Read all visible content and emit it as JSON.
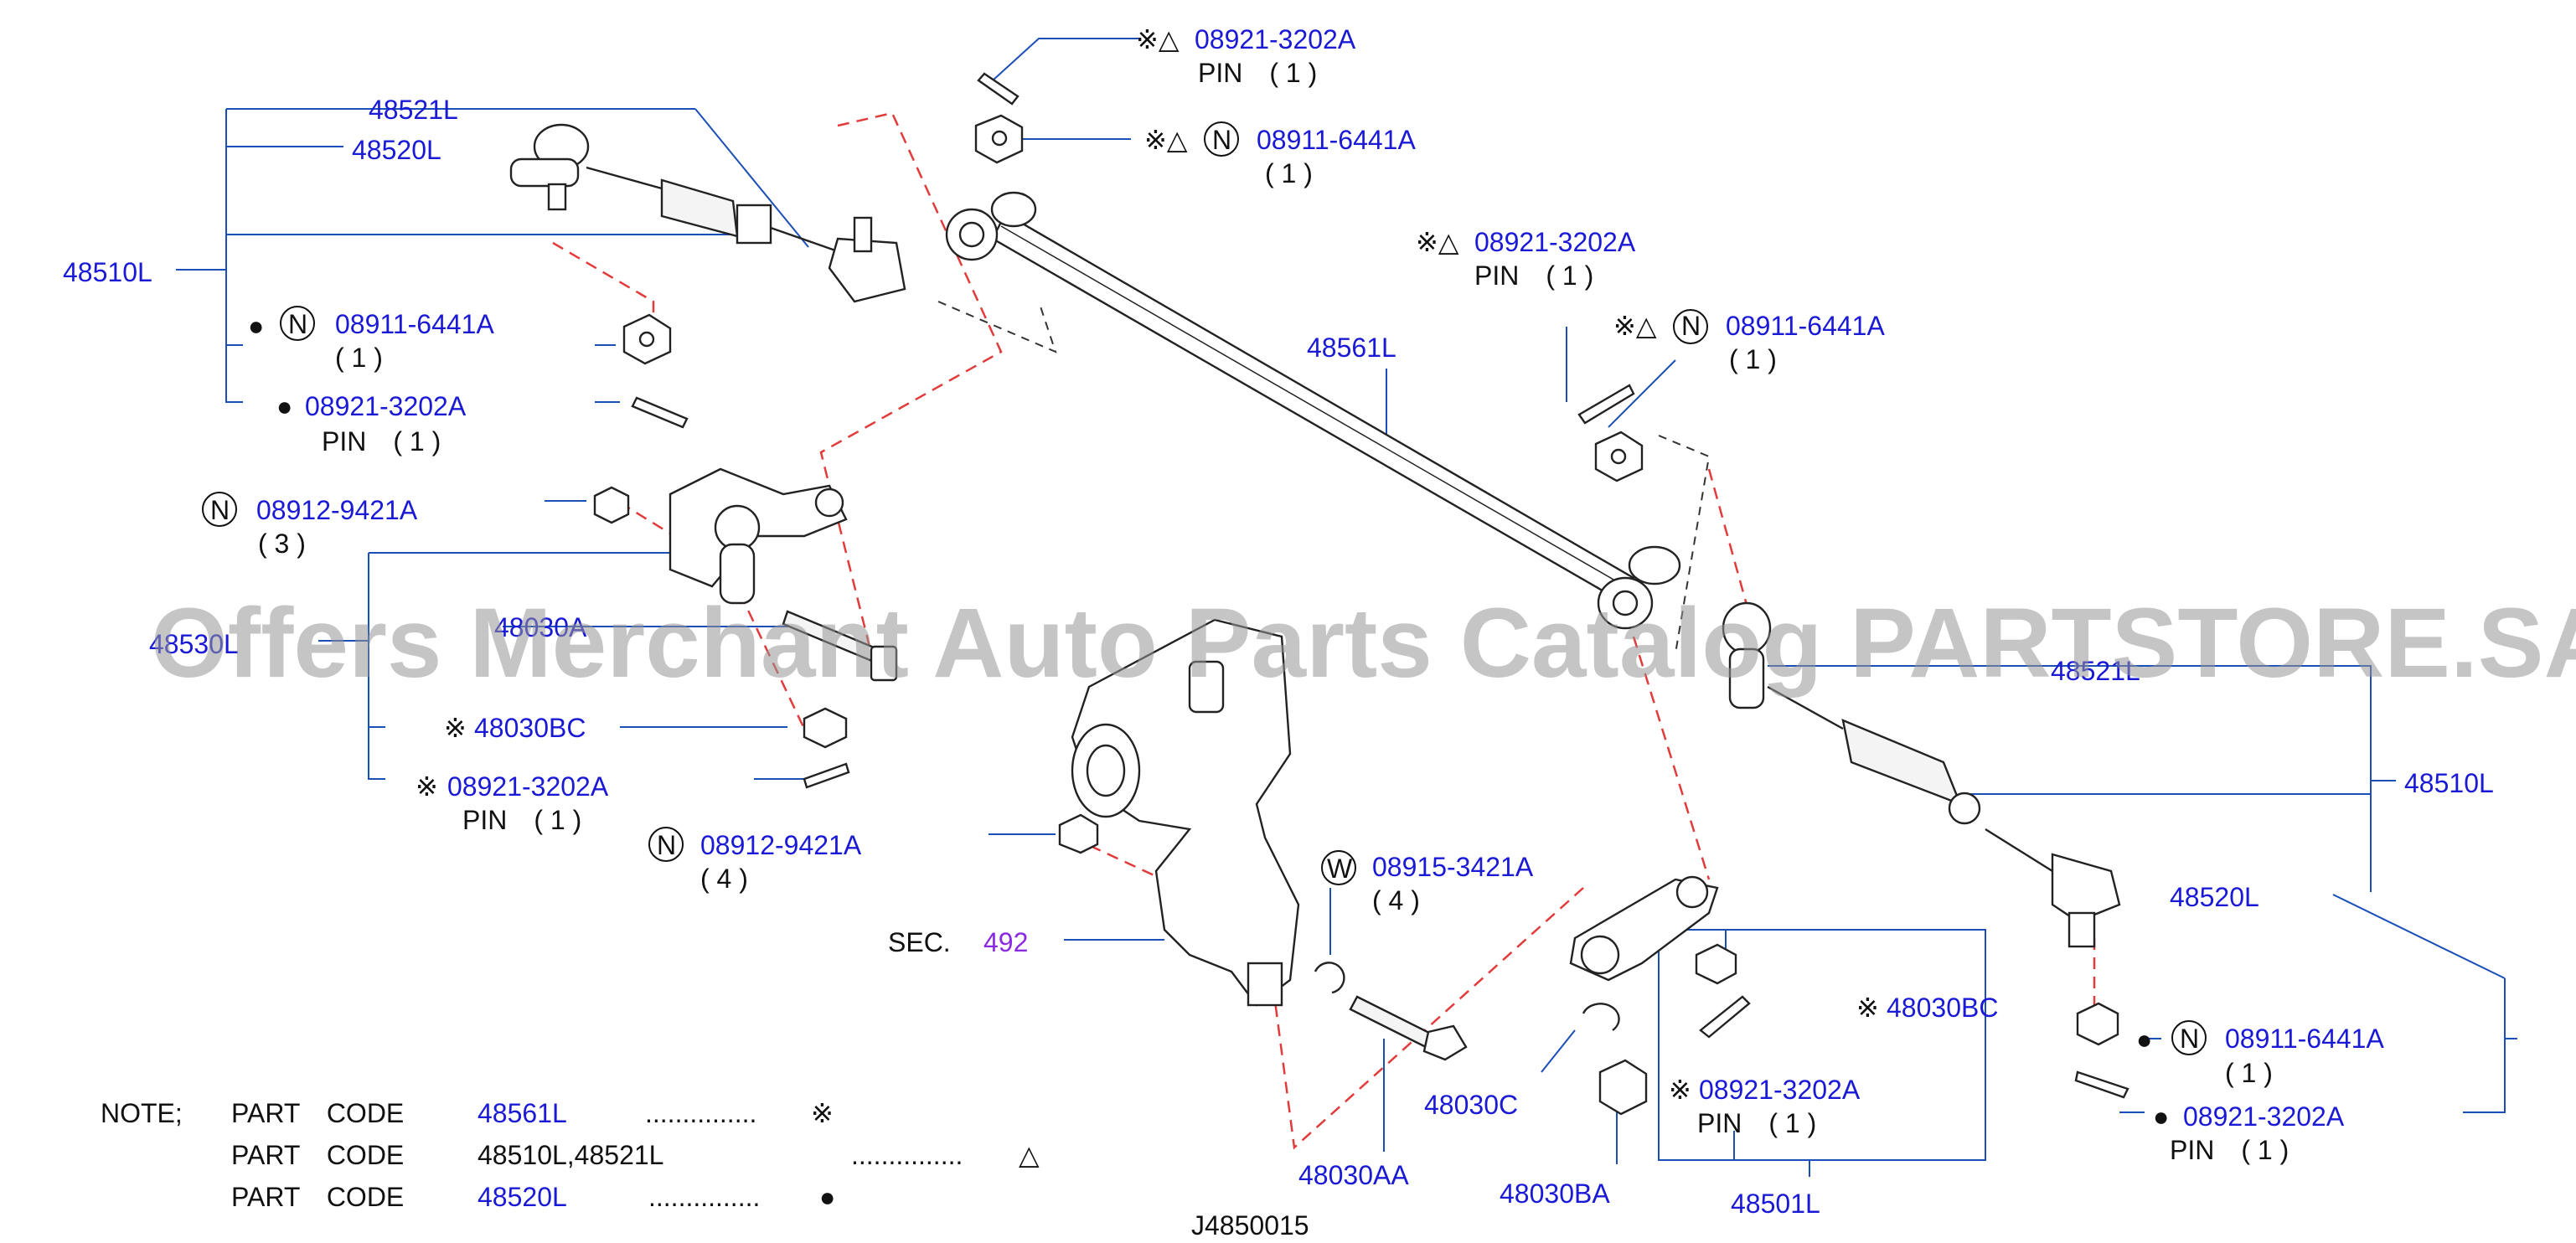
{
  "watermark": "Offers Merchant Auto Parts Catalog PARTSTORE.SA",
  "diagram_id": "J4850015",
  "colors": {
    "label": "#1a1ad6",
    "text": "#111111",
    "section_ref": "#8a2be2",
    "dash": "#e23b3b",
    "leader": "#1a4fb8"
  },
  "callouts": {
    "pin_top_code": "08921-3202A",
    "pin_top_sym": "※△",
    "pin_top_sub": "PIN　( 1 )",
    "nut_top_code": "08911-6441A",
    "nut_top_sym": "※△",
    "nut_top_badge": "N",
    "nut_top_qty": "( 1 )",
    "pin_mid_code": "08921-3202A",
    "pin_mid_sym": "※△",
    "pin_mid_sub": "PIN　( 1 )",
    "nut_mid_code": "08911-6441A",
    "nut_mid_sym": "※△",
    "nut_mid_badge": "N",
    "nut_mid_qty": "( 1 )",
    "tie_rod_left": "48521L",
    "tie_rod_end_left": "48520L",
    "assy_left": "48510L",
    "nut_left_code": "08911-6441A",
    "nut_left_sym": "●",
    "nut_left_badge": "N",
    "nut_left_qty": "( 1 )",
    "pin_left_code": "08921-3202A",
    "pin_left_sym": "●",
    "pin_left_sub": "PIN　( 1 )",
    "center_rod": "48561L",
    "bolt_a_code": "08912-9421A",
    "bolt_a_badge": "N",
    "bolt_a_qty": "( 3 )",
    "gear_bracket": "48530L",
    "gear_arm": "48030A",
    "nut_bc_left": "48030BC",
    "nut_bc_left_sym": "※",
    "pin_l2_code": "08921-3202A",
    "pin_l2_sym": "※",
    "pin_l2_sub": "PIN　( 1 )",
    "bolt_b_code": "08912-9421A",
    "bolt_b_badge": "N",
    "bolt_b_qty": "( 4 )",
    "washer_code": "08915-3421A",
    "washer_badge": "W",
    "washer_qty": "( 4 )",
    "sec_prefix": "SEC.",
    "sec_num": "492",
    "bolt_aa": "48030AA",
    "washer_c": "48030C",
    "nut_ba": "48030BA",
    "idler_assy": "48501L",
    "nut_bc_right": "48030BC",
    "nut_bc_right_sym": "※",
    "pin_r_code": "08921-3202A",
    "pin_r_sym": "※",
    "pin_r_sub": "PIN　( 1 )",
    "tie_rod_right": "48521L",
    "assy_right": "48510L",
    "tie_rod_end_right": "48520L",
    "nut_r2_code": "08911-6441A",
    "nut_r2_sym": "●",
    "nut_r2_badge": "N",
    "nut_r2_qty": "( 1 )",
    "pin_r2_code": "08921-3202A",
    "pin_r2_sym": "●",
    "pin_r2_sub": "PIN　( 1 )"
  },
  "notes": {
    "heading": "NOTE;",
    "rows": [
      {
        "prefix": "PART　CODE",
        "code": "48561L",
        "dots": "...............",
        "symbol": "※"
      },
      {
        "prefix": "PART　CODE",
        "code": "48510L,48521L",
        "dots": "...............",
        "symbol": "△"
      },
      {
        "prefix": "PART　CODE",
        "code": "48520L",
        "dots": "...............",
        "symbol": "●"
      }
    ]
  }
}
